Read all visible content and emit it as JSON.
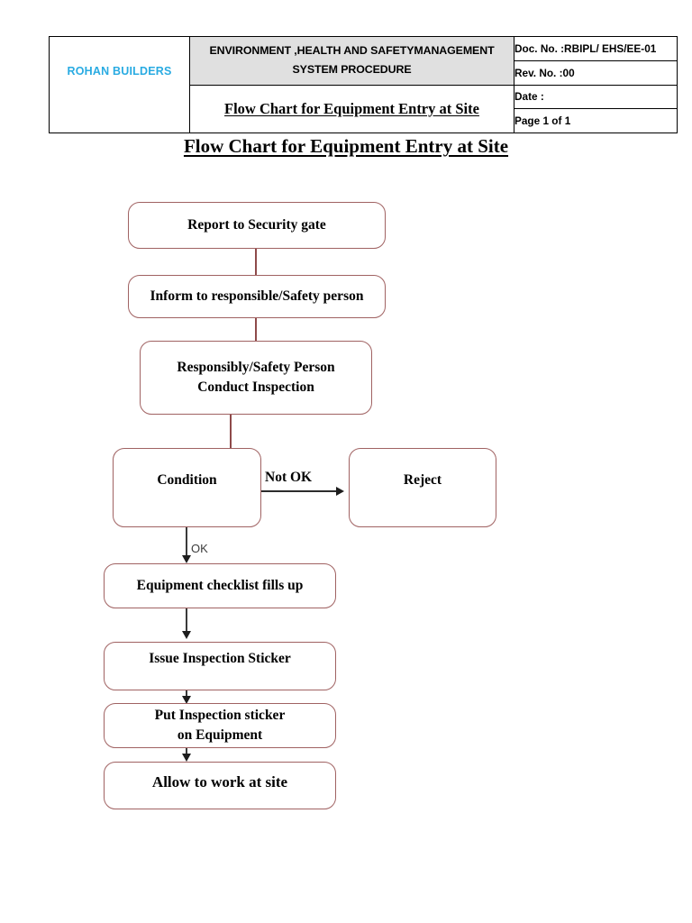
{
  "header": {
    "logo_text": "ROHAN BUILDERS",
    "system_title_line1": "ENVIRONMENT ,HEALTH AND SAFETYMANAGEMENT",
    "system_title_line2": "SYSTEM PROCEDURE",
    "procedure_title": "Flow Chart for Equipment Entry at Site",
    "doc_no": "Doc. No. :RBIPL/ EHS/EE-01",
    "rev_no": "Rev. No. :00",
    "date": "Date :",
    "page": "Page 1 of 1"
  },
  "page_title": "Flow Chart for Equipment Entry at Site",
  "chart_data": {
    "type": "diagram",
    "title": "Flow Chart for Equipment Entry at Site",
    "nodes": [
      {
        "id": "n1",
        "label": "Report to Security gate"
      },
      {
        "id": "n2",
        "label": "Inform to responsible/Safety person"
      },
      {
        "id": "n3",
        "label_line1": "Responsibly/Safety Person",
        "label_line2": "Conduct Inspection"
      },
      {
        "id": "n4",
        "label": "Condition"
      },
      {
        "id": "n5",
        "label": "Reject"
      },
      {
        "id": "n6",
        "label": "Equipment checklist fills up"
      },
      {
        "id": "n7",
        "label": "Issue Inspection Sticker"
      },
      {
        "id": "n8",
        "label_line1": "Put Inspection sticker",
        "label_line2": "on Equipment"
      },
      {
        "id": "n9",
        "label": "Allow to work at site"
      }
    ],
    "edges": [
      {
        "from": "n1",
        "to": "n2",
        "label": ""
      },
      {
        "from": "n2",
        "to": "n3",
        "label": ""
      },
      {
        "from": "n3",
        "to": "n4",
        "label": ""
      },
      {
        "from": "n4",
        "to": "n5",
        "label": "Not OK"
      },
      {
        "from": "n4",
        "to": "n6",
        "label": "OK"
      },
      {
        "from": "n6",
        "to": "n7",
        "label": ""
      },
      {
        "from": "n7",
        "to": "n8",
        "label": ""
      },
      {
        "from": "n8",
        "to": "n9",
        "label": ""
      }
    ]
  },
  "colors": {
    "node_border": "#a06262",
    "connector_maroon": "#8e4a4a",
    "arrow_dark": "#1d1d1d",
    "logo_blue": "#29abe2",
    "header_shade": "#e0e0e0"
  }
}
